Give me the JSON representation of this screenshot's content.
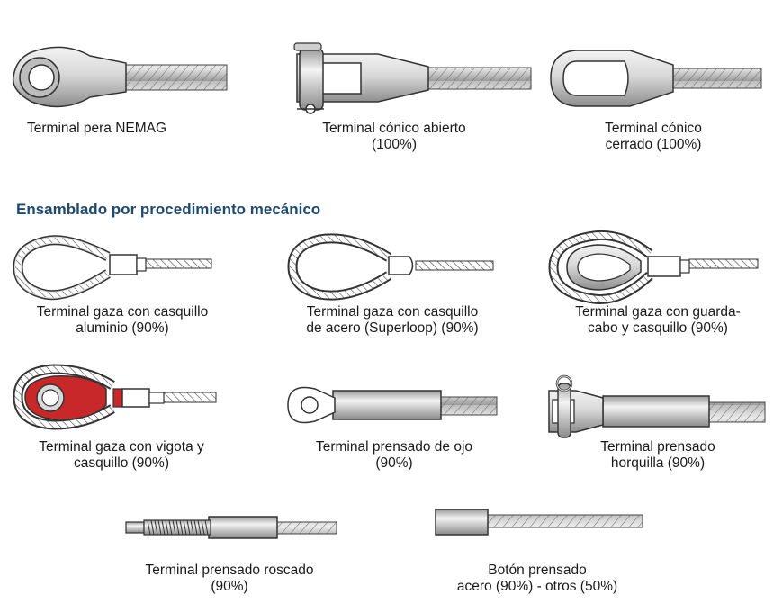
{
  "section_heading": "Ensamblado por procedimiento mecánico",
  "colors": {
    "heading": "#1d4a6e",
    "vigota_red": "#c8282a",
    "metal_light": "#e6e6e6",
    "metal_dark": "#8c8c8c",
    "outline": "#333333"
  },
  "terminals": [
    {
      "id": "pera-nemag",
      "line1": "Terminal pera NEMAG",
      "line2": ""
    },
    {
      "id": "conico-abierto",
      "line1": "Terminal cónico abierto",
      "line2": "(100%)"
    },
    {
      "id": "conico-cerrado",
      "line1": "Terminal cónico",
      "line2": "cerrado (100%)"
    },
    {
      "id": "gaza-aluminio",
      "line1": "Terminal gaza con casquillo",
      "line2": "aluminio (90%)"
    },
    {
      "id": "gaza-acero",
      "line1": "Terminal gaza con casquillo",
      "line2": "de acero (Superloop) (90%)"
    },
    {
      "id": "gaza-guardacabo",
      "line1": "Terminal gaza con guarda-",
      "line2": "cabo y casquillo (90%)"
    },
    {
      "id": "gaza-vigota",
      "line1": "Terminal gaza con vigota y",
      "line2": "casquillo (90%)"
    },
    {
      "id": "prensado-ojo",
      "line1": "Terminal prensado de ojo",
      "line2": "(90%)"
    },
    {
      "id": "prensado-horquilla",
      "line1": "Terminal prensado",
      "line2": "horquilla (90%)"
    },
    {
      "id": "prensado-roscado",
      "line1": "Terminal prensado roscado",
      "line2": "(90%)"
    },
    {
      "id": "boton-prensado",
      "line1": "Botón prensado",
      "line2": "acero (90%) - otros (50%)"
    }
  ]
}
